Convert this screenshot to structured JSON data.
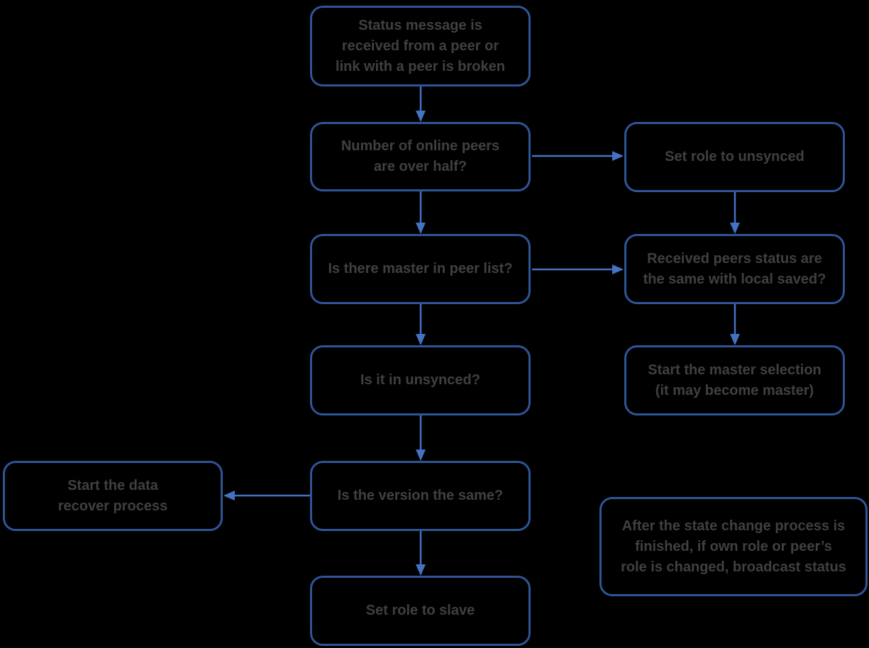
{
  "diagram": {
    "type": "flowchart",
    "background_color": "#000000",
    "colors": {
      "box_border": "#2e5597",
      "arrow": "#4472c4",
      "text": "#404040"
    },
    "nodes": {
      "status_received": {
        "lines": [
          "Status message is",
          "received from a peer or",
          "link with a peer is broken"
        ]
      },
      "online_peers_over_half": {
        "lines": [
          "Number of online peers",
          "are over half?"
        ]
      },
      "set_role_unsynced": {
        "lines": [
          "Set role to unsynced"
        ]
      },
      "master_in_peer_list": {
        "lines": [
          "Is there master in peer list?"
        ]
      },
      "received_status_same": {
        "lines": [
          "Received peers status are",
          "the same with local saved?"
        ]
      },
      "is_in_unsynced": {
        "lines": [
          "Is it in unsynced?"
        ]
      },
      "start_master_selection": {
        "lines": [
          "Start the master selection",
          "(it may become master)"
        ]
      },
      "is_version_same": {
        "lines": [
          "Is the version the same?"
        ]
      },
      "start_data_recover": {
        "lines": [
          "Start the data",
          "recover process"
        ]
      },
      "set_role_slave": {
        "lines": [
          "Set role to slave"
        ]
      },
      "broadcast_note": {
        "lines": [
          "After the state change process is",
          "finished, if own role or peer’s",
          "role is changed, broadcast status"
        ]
      }
    },
    "edges": [
      {
        "from": "status_received",
        "to": "online_peers_over_half"
      },
      {
        "from": "online_peers_over_half",
        "to": "set_role_unsynced"
      },
      {
        "from": "online_peers_over_half",
        "to": "master_in_peer_list"
      },
      {
        "from": "set_role_unsynced",
        "to": "received_status_same"
      },
      {
        "from": "master_in_peer_list",
        "to": "received_status_same"
      },
      {
        "from": "master_in_peer_list",
        "to": "is_in_unsynced"
      },
      {
        "from": "received_status_same",
        "to": "start_master_selection"
      },
      {
        "from": "is_in_unsynced",
        "to": "is_version_same"
      },
      {
        "from": "is_version_same",
        "to": "start_data_recover"
      },
      {
        "from": "is_version_same",
        "to": "set_role_slave"
      }
    ]
  }
}
